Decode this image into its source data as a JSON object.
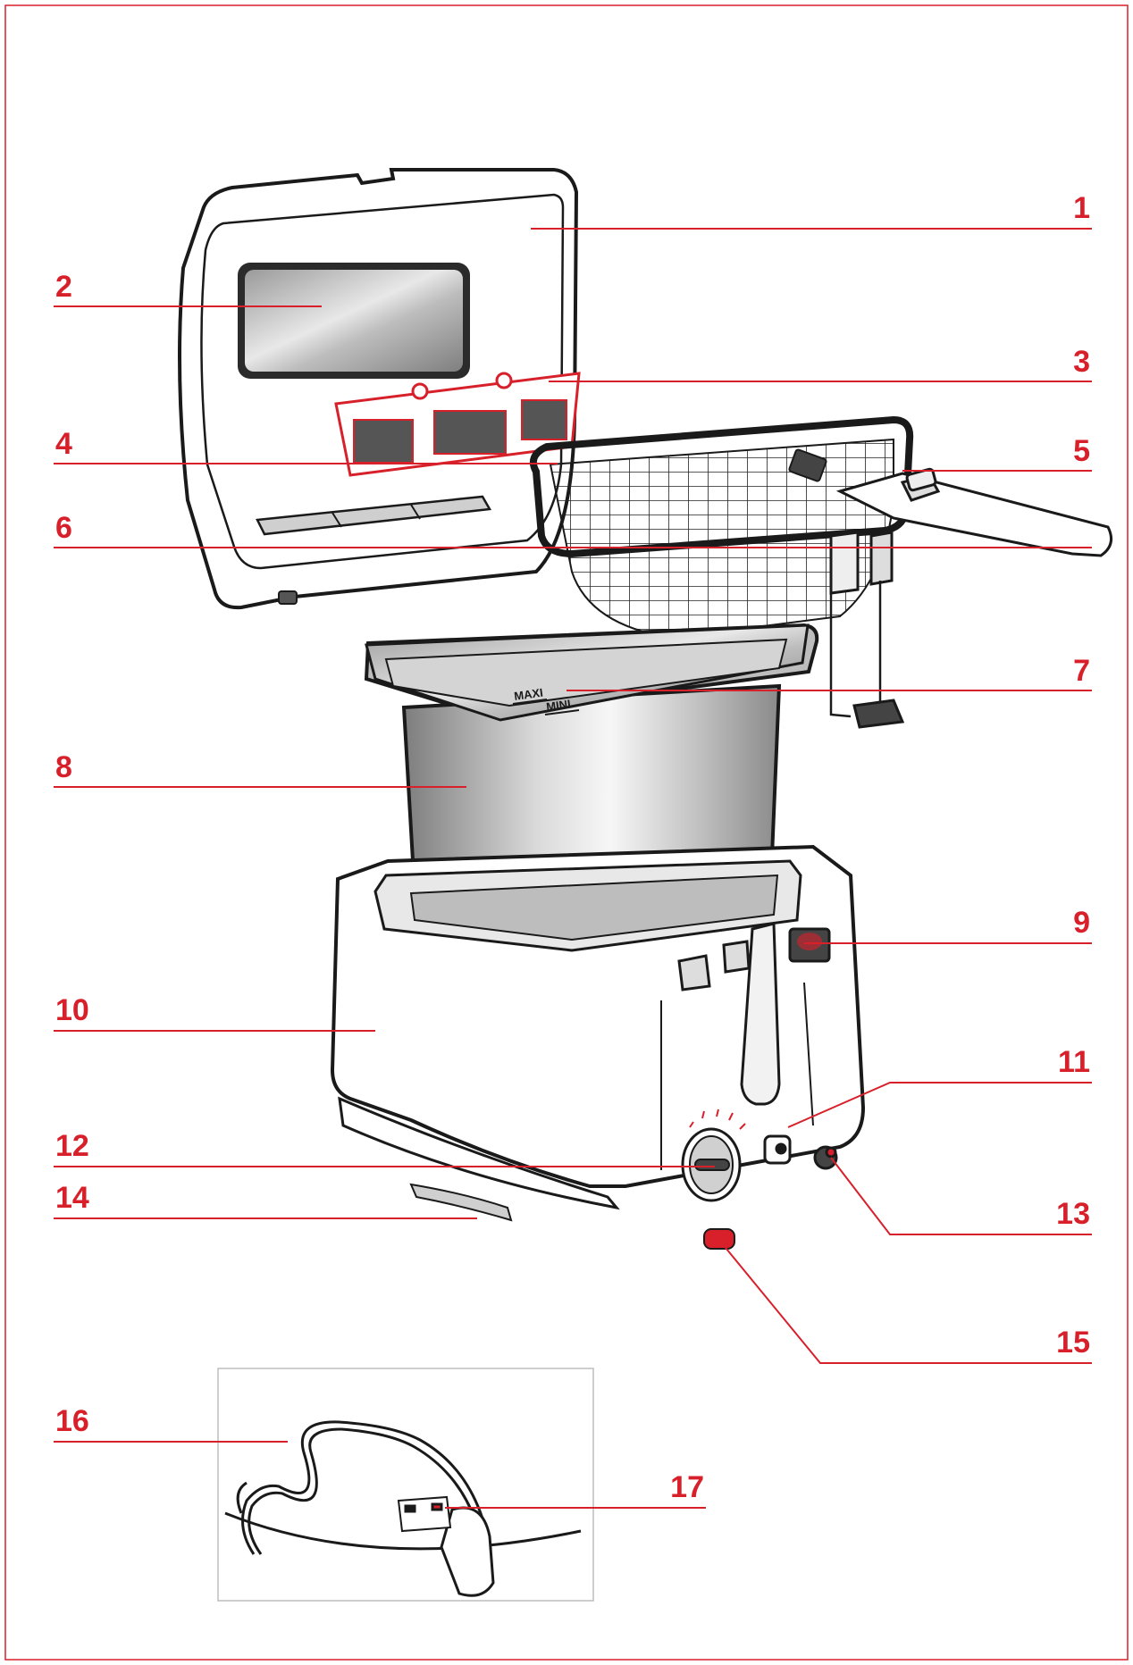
{
  "colors": {
    "accent": "#d8202b",
    "outline": "#1a1a1a",
    "metal_light": "#e6e6e6",
    "metal_dark": "#8c8c8c"
  },
  "callouts": [
    {
      "id": "1",
      "label": "1"
    },
    {
      "id": "2",
      "label": "2"
    },
    {
      "id": "3",
      "label": "3"
    },
    {
      "id": "4",
      "label": "4"
    },
    {
      "id": "5",
      "label": "5"
    },
    {
      "id": "6",
      "label": "6"
    },
    {
      "id": "7",
      "label": "7"
    },
    {
      "id": "8",
      "label": "8"
    },
    {
      "id": "9",
      "label": "9"
    },
    {
      "id": "10",
      "label": "10"
    },
    {
      "id": "11",
      "label": "11"
    },
    {
      "id": "12",
      "label": "12"
    },
    {
      "id": "13",
      "label": "13"
    },
    {
      "id": "14",
      "label": "14"
    },
    {
      "id": "15",
      "label": "15"
    },
    {
      "id": "16",
      "label": "16"
    },
    {
      "id": "17",
      "label": "17"
    }
  ],
  "bowl_markings": {
    "maxi": "MAXI",
    "mini": "MINI"
  }
}
